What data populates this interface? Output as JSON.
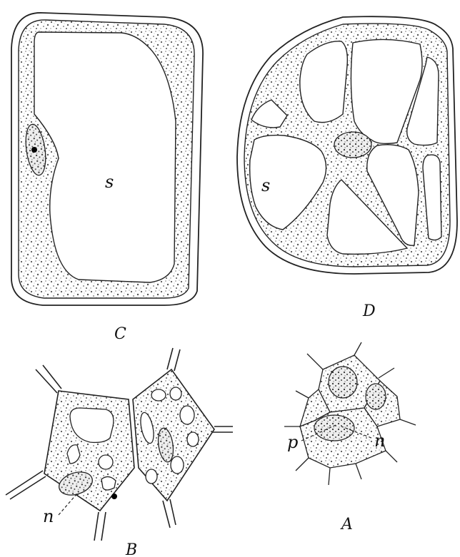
{
  "figure": {
    "panels": [
      {
        "id": "C",
        "label": "C",
        "parts": [
          {
            "label": "s"
          }
        ]
      },
      {
        "id": "D",
        "label": "D",
        "parts": [
          {
            "label": "s"
          }
        ]
      },
      {
        "id": "B",
        "label": "B",
        "parts": [
          {
            "label": "n"
          }
        ]
      },
      {
        "id": "A",
        "label": "A",
        "parts": [
          {
            "label": "p"
          },
          {
            "label": "n"
          }
        ]
      }
    ]
  }
}
